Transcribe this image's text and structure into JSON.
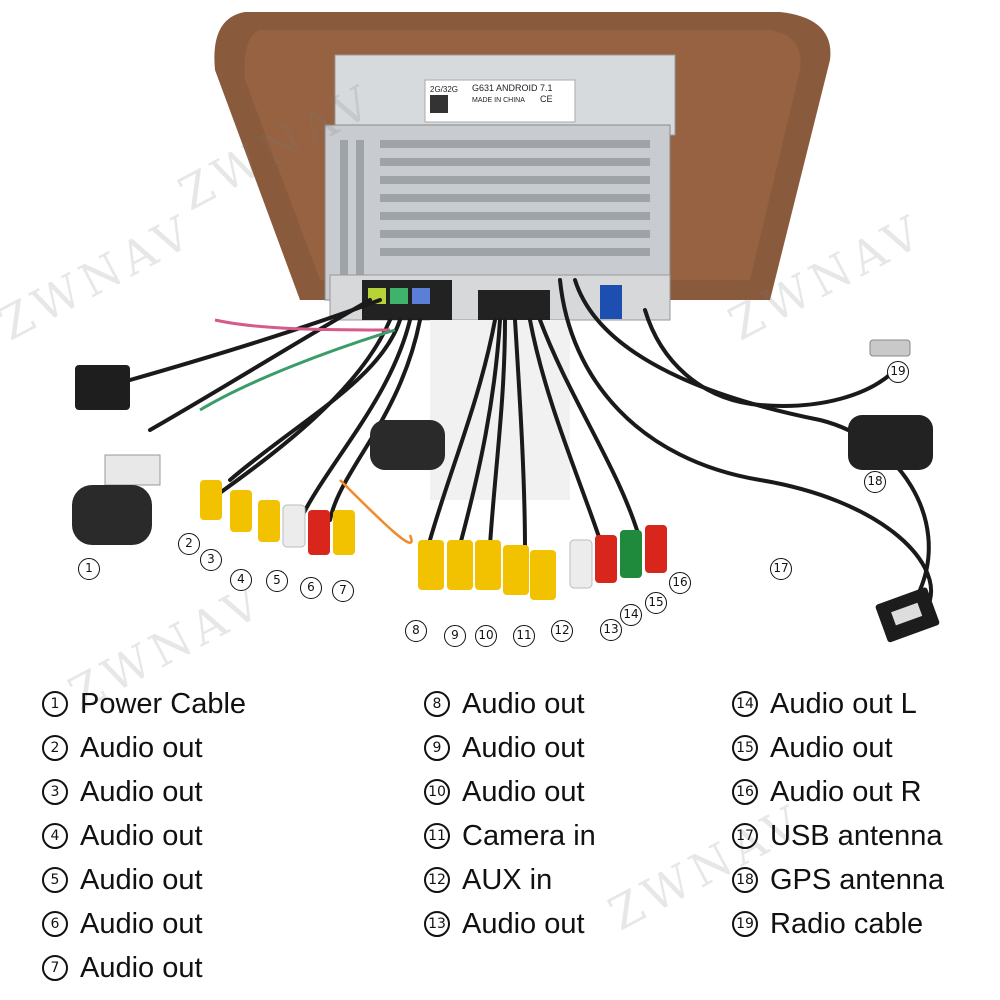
{
  "label_sticker": {
    "line1": "2G/32G",
    "line2": "G631 ANDROID 7.1",
    "line3": "MADE IN CHINA",
    "mark": "CE"
  },
  "callouts": [
    "1",
    "2",
    "3",
    "4",
    "5",
    "6",
    "7",
    "8",
    "9",
    "10",
    "11",
    "12",
    "13",
    "14",
    "15",
    "16",
    "17",
    "18",
    "19"
  ],
  "legend": {
    "col1": [
      {
        "num": "1",
        "label": "Power Cable"
      },
      {
        "num": "2",
        "label": "Audio out"
      },
      {
        "num": "3",
        "label": "Audio out"
      },
      {
        "num": "4",
        "label": "Audio out"
      },
      {
        "num": "5",
        "label": "Audio out"
      },
      {
        "num": "6",
        "label": "Audio out"
      },
      {
        "num": "7",
        "label": "Audio out"
      }
    ],
    "col2": [
      {
        "num": "8",
        "label": "Audio out"
      },
      {
        "num": "9",
        "label": "Audio out"
      },
      {
        "num": "10",
        "label": "Audio out"
      },
      {
        "num": "11",
        "label": "Camera in"
      },
      {
        "num": "12",
        "label": "AUX in"
      },
      {
        "num": "13",
        "label": "Audio out"
      }
    ],
    "col3": [
      {
        "num": "14",
        "label": "Audio out L"
      },
      {
        "num": "15",
        "label": "Audio out"
      },
      {
        "num": "16",
        "label": "Audio out R"
      },
      {
        "num": "17",
        "label": "USB antenna"
      },
      {
        "num": "18",
        "label": "GPS antenna"
      },
      {
        "num": "19",
        "label": "Radio cable"
      }
    ]
  },
  "watermark": "ZWNAV",
  "colors": {
    "bezel": "#8a5a3c",
    "chassis": "#c8ccd0",
    "rca_yellow": "#f2c200",
    "rca_red": "#d8261c",
    "rca_white": "#ececec",
    "rca_green": "#1f8a3c"
  }
}
